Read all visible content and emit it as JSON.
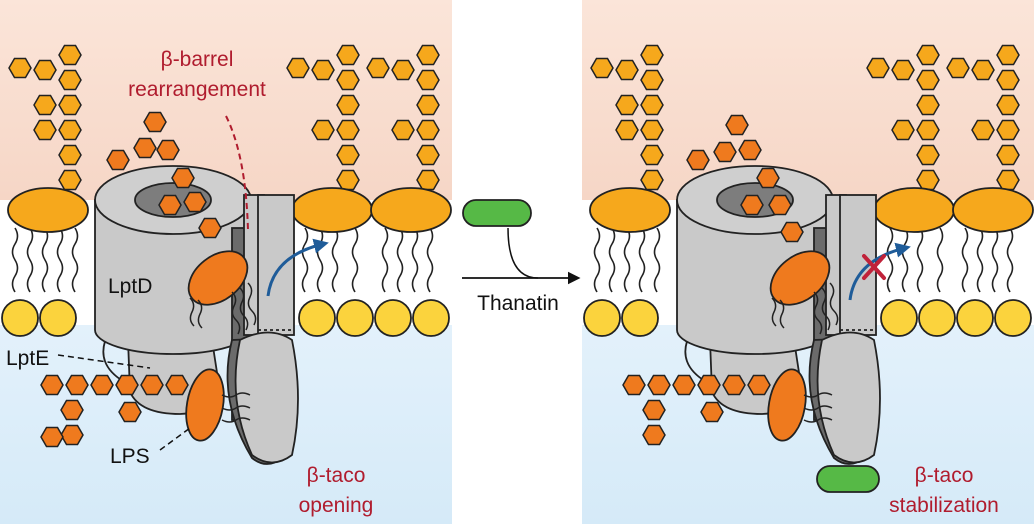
{
  "labels": {
    "barrel_title_1": "β-barrel",
    "barrel_title_2": "rearrangement",
    "lptd": "LptD",
    "lpte": "LptE",
    "lps": "LPS",
    "taco_open_1": "β-taco",
    "taco_open_2": "opening",
    "thanatin": "Thanatin",
    "taco_stab_1": "β-taco",
    "taco_stab_2": "stabilization"
  },
  "colors": {
    "outer_leaflet_bg": "#f8ddd0",
    "periplasm_bg": "#dceef9",
    "lps_sugar": "#f6a81c",
    "lps_sugar_bound": "#ef7a1e",
    "phospholipid_head": "#fbd33d",
    "protein_grey": "#c9c9c9",
    "thanatin_green": "#56b946",
    "arrow_blue": "#1f5c99",
    "annotation_red": "#b01c2e",
    "block_x_red": "#c0223a"
  },
  "icons": {
    "flow_arrow": "curved-arrow-icon",
    "blocked": "x-mark-icon"
  }
}
